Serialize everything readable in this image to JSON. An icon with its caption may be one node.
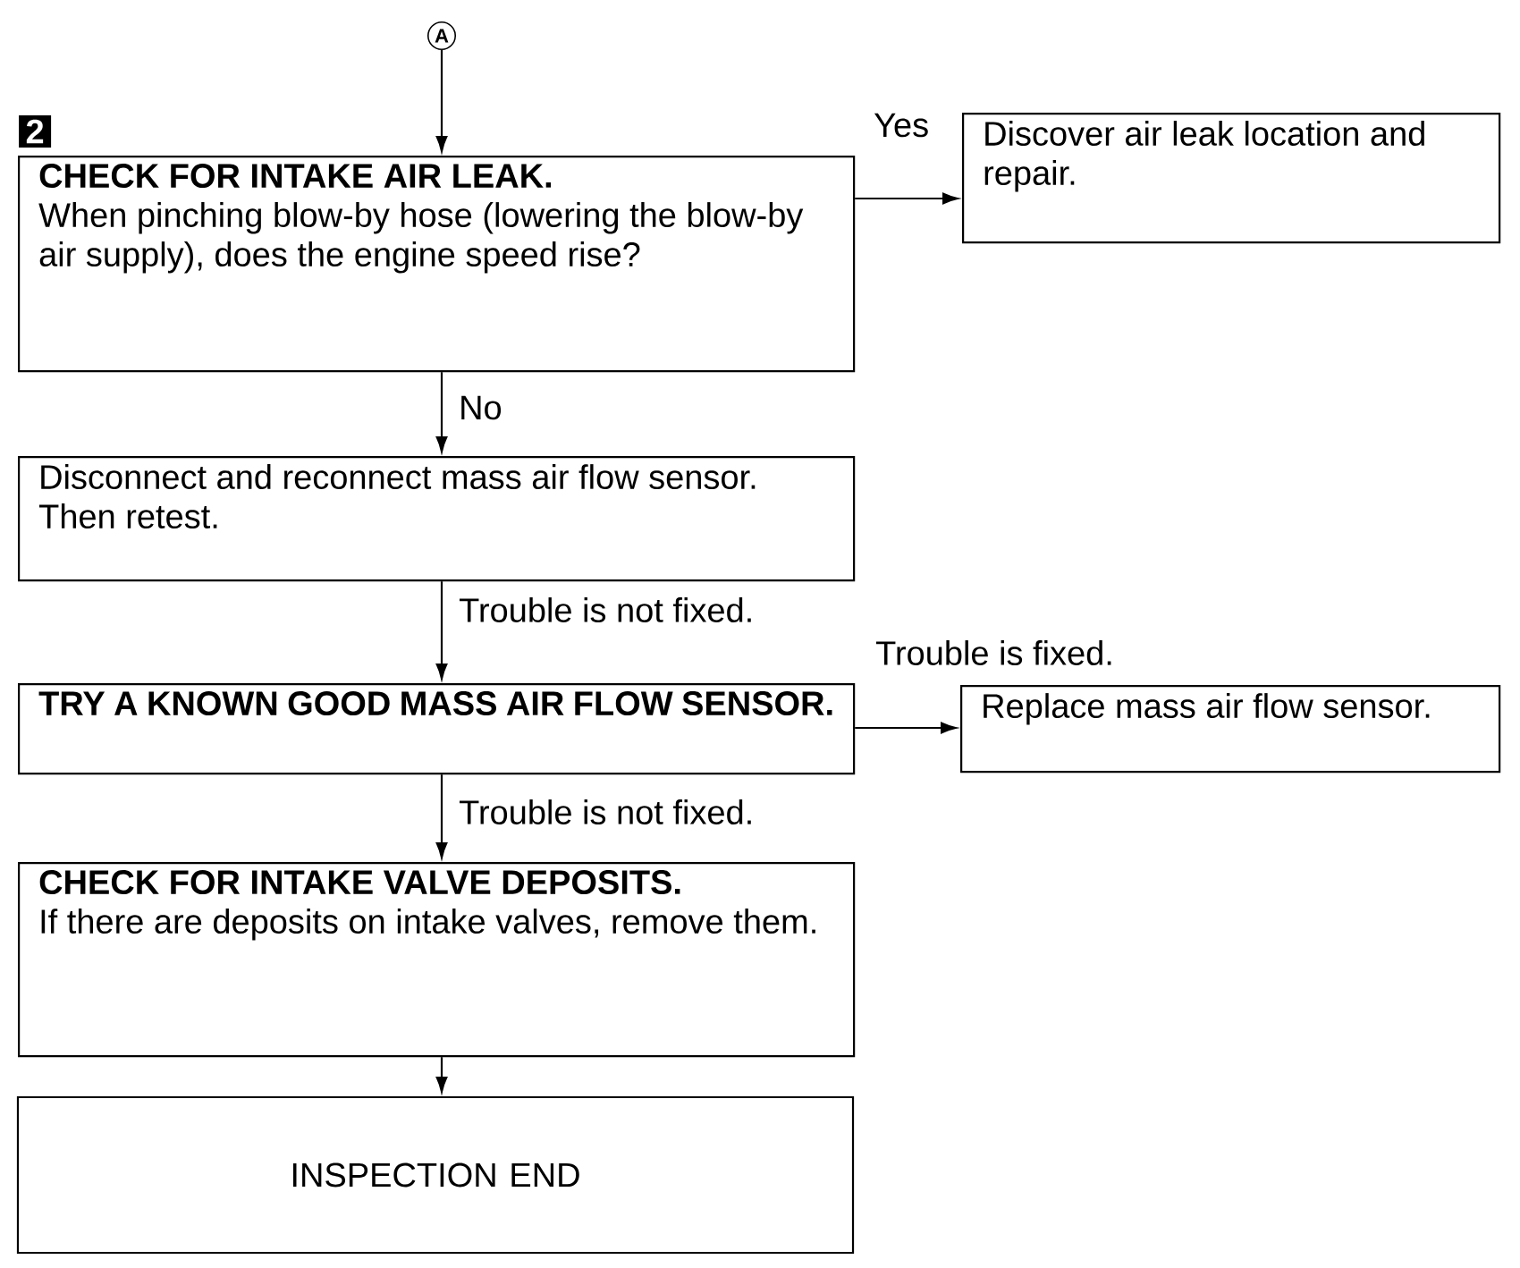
{
  "diagram": {
    "nodes": [
      {
        "text": [
          "A"
        ]
      },
      {
        "text": [
          "CHECK FOR INTAKE AIR LEAK.",
          "When pinching blow-by hose (lowering the blow-by air supply), does the engine speed rise?"
        ],
        "beside": [
          "2"
        ]
      },
      {
        "text": [
          "Discover air leak location and repair."
        ]
      },
      {
        "text": [
          "Disconnect and reconnect mass air flow sensor. Then retest."
        ]
      },
      {
        "text": [
          "TRY A KNOWN GOOD MASS AIR FLOW SENSOR."
        ]
      },
      {
        "text": [
          "Replace mass air flow sensor."
        ]
      },
      {
        "text": [
          "CHECK FOR INTAKE VALVE DEPOSITS.",
          "If there are deposits on intake valves, remove them."
        ]
      },
      {
        "text": [
          "INSPECTION END"
        ]
      }
    ],
    "edges": [
      {
        "from": 0,
        "to": 1,
        "arrow": "to"
      },
      {
        "from": 1,
        "to": 2,
        "arrow": "to",
        "label": "Yes"
      },
      {
        "from": 1,
        "to": 3,
        "arrow": "to",
        "label": "No"
      },
      {
        "from": 3,
        "to": 4,
        "arrow": "to",
        "label": "Trouble is not fixed."
      },
      {
        "from": 4,
        "to": 5,
        "arrow": "to",
        "label": "Trouble is fixed."
      },
      {
        "from": 4,
        "to": 6,
        "arrow": "to",
        "label": "Trouble is not fixed."
      },
      {
        "from": 6,
        "to": 7,
        "arrow": "to"
      }
    ]
  }
}
